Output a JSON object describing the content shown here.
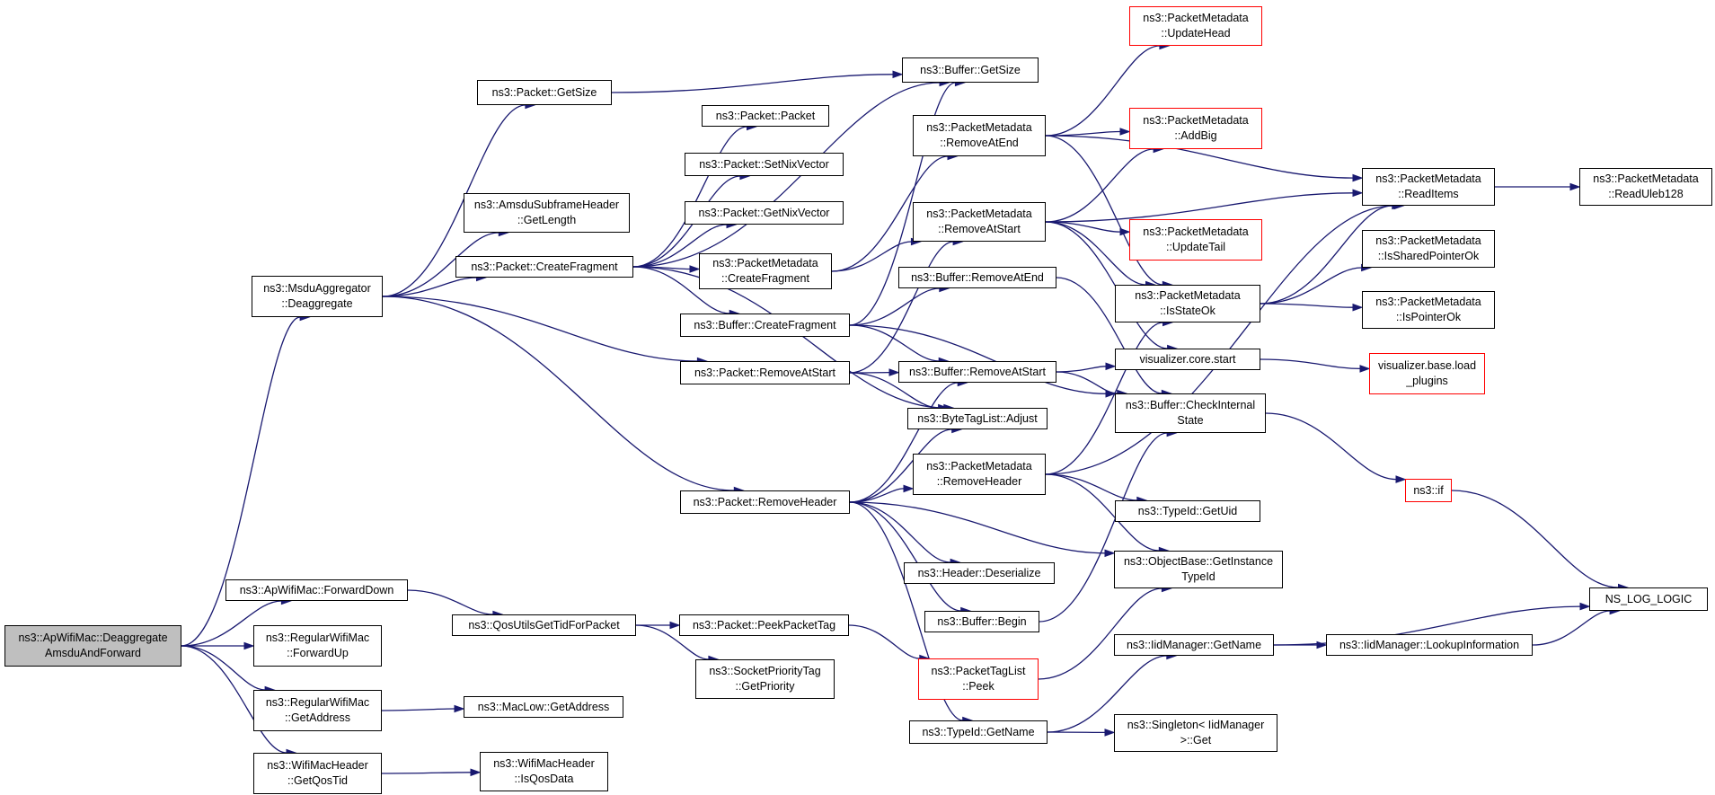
{
  "colors": {
    "edge": "#191970",
    "node_border": "#000000",
    "truncated_border": "#ff0000",
    "root_fill": "#bfbfbf",
    "background": "#ffffff"
  },
  "nodes": [
    {
      "id": "root",
      "label": "ns3::ApWifiMac::Deaggregate\nAmsduAndForward",
      "kind": "root"
    },
    {
      "id": "deagg",
      "label": "ns3::MsduAggregator\n::Deaggregate",
      "kind": "normal"
    },
    {
      "id": "fwddown",
      "label": "ns3::ApWifiMac::ForwardDown",
      "kind": "normal"
    },
    {
      "id": "fwdup",
      "label": "ns3::RegularWifiMac\n::ForwardUp",
      "kind": "normal"
    },
    {
      "id": "getaddr",
      "label": "ns3::RegularWifiMac\n::GetAddress",
      "kind": "normal"
    },
    {
      "id": "getqostid",
      "label": "ns3::WifiMacHeader\n::GetQosTid",
      "kind": "normal"
    },
    {
      "id": "pktgetsize",
      "label": "ns3::Packet::GetSize",
      "kind": "normal"
    },
    {
      "id": "amsdulen",
      "label": "ns3::AmsduSubframeHeader\n::GetLength",
      "kind": "normal"
    },
    {
      "id": "pktcreatefrag",
      "label": "ns3::Packet::CreateFragment",
      "kind": "normal"
    },
    {
      "id": "qosutils",
      "label": "ns3::QosUtilsGetTidForPacket",
      "kind": "normal"
    },
    {
      "id": "macgetaddr",
      "label": "ns3::MacLow::GetAddress",
      "kind": "normal"
    },
    {
      "id": "isqosdata",
      "label": "ns3::WifiMacHeader\n::IsQosData",
      "kind": "normal"
    },
    {
      "id": "pktpacket",
      "label": "ns3::Packet::Packet",
      "kind": "normal"
    },
    {
      "id": "setnix",
      "label": "ns3::Packet::SetNixVector",
      "kind": "normal"
    },
    {
      "id": "getnix",
      "label": "ns3::Packet::GetNixVector",
      "kind": "normal"
    },
    {
      "id": "pmcreatefrag",
      "label": "ns3::PacketMetadata\n::CreateFragment",
      "kind": "normal"
    },
    {
      "id": "bufcreatefrag",
      "label": "ns3::Buffer::CreateFragment",
      "kind": "normal"
    },
    {
      "id": "pktremovestart",
      "label": "ns3::Packet::RemoveAtStart",
      "kind": "normal"
    },
    {
      "id": "pktremovehdr",
      "label": "ns3::Packet::RemoveHeader",
      "kind": "normal"
    },
    {
      "id": "peekpkttag",
      "label": "ns3::Packet::PeekPacketTag",
      "kind": "normal"
    },
    {
      "id": "sockprio",
      "label": "ns3::SocketPriorityTag\n::GetPriority",
      "kind": "normal"
    },
    {
      "id": "bufgetsize",
      "label": "ns3::Buffer::GetSize",
      "kind": "normal"
    },
    {
      "id": "pmremoveend",
      "label": "ns3::PacketMetadata\n::RemoveAtEnd",
      "kind": "normal"
    },
    {
      "id": "pmremovestart",
      "label": "ns3::PacketMetadata\n::RemoveAtStart",
      "kind": "normal"
    },
    {
      "id": "bufremoveend",
      "label": "ns3::Buffer::RemoveAtEnd",
      "kind": "normal"
    },
    {
      "id": "bufremovestart",
      "label": "ns3::Buffer::RemoveAtStart",
      "kind": "normal"
    },
    {
      "id": "bytetagadjust",
      "label": "ns3::ByteTagList::Adjust",
      "kind": "normal"
    },
    {
      "id": "pmremovehdr",
      "label": "ns3::PacketMetadata\n::RemoveHeader",
      "kind": "normal"
    },
    {
      "id": "hdrdeser",
      "label": "ns3::Header::Deserialize",
      "kind": "normal"
    },
    {
      "id": "bufbegin",
      "label": "ns3::Buffer::Begin",
      "kind": "normal"
    },
    {
      "id": "pkttagpeek",
      "label": "ns3::PacketTagList\n::Peek",
      "kind": "truncated"
    },
    {
      "id": "typeidgetname",
      "label": "ns3::TypeId::GetName",
      "kind": "normal"
    },
    {
      "id": "pmupdatehead",
      "label": "ns3::PacketMetadata\n::UpdateHead",
      "kind": "truncated"
    },
    {
      "id": "pmaddbig",
      "label": "ns3::PacketMetadata\n::AddBig",
      "kind": "truncated"
    },
    {
      "id": "pmupdatetail",
      "label": "ns3::PacketMetadata\n::UpdateTail",
      "kind": "truncated"
    },
    {
      "id": "pmisstateok",
      "label": "ns3::PacketMetadata\n::IsStateOk",
      "kind": "normal"
    },
    {
      "id": "vizstart",
      "label": "visualizer.core.start",
      "kind": "normal"
    },
    {
      "id": "bufcheck",
      "label": "ns3::Buffer::CheckInternal\nState",
      "kind": "normal"
    },
    {
      "id": "typeidgetuid",
      "label": "ns3::TypeId::GetUid",
      "kind": "normal"
    },
    {
      "id": "objgetinst",
      "label": "ns3::ObjectBase::GetInstance\nTypeId",
      "kind": "normal"
    },
    {
      "id": "iidgetname",
      "label": "ns3::IidManager::GetName",
      "kind": "normal"
    },
    {
      "id": "singleton",
      "label": "ns3::Singleton< IidManager\n>::Get",
      "kind": "normal"
    },
    {
      "id": "pmreaditems",
      "label": "ns3::PacketMetadata\n::ReadItems",
      "kind": "normal"
    },
    {
      "id": "pmshared",
      "label": "ns3::PacketMetadata\n::IsSharedPointerOk",
      "kind": "normal"
    },
    {
      "id": "pmpointer",
      "label": "ns3::PacketMetadata\n::IsPointerOk",
      "kind": "normal"
    },
    {
      "id": "vizload",
      "label": "visualizer.base.load\n_plugins",
      "kind": "truncated"
    },
    {
      "id": "ns3if",
      "label": "ns3::if",
      "kind": "truncated"
    },
    {
      "id": "iidlookup",
      "label": "ns3::IidManager::LookupInformation",
      "kind": "normal"
    },
    {
      "id": "pmreaduleb",
      "label": "ns3::PacketMetadata\n::ReadUleb128",
      "kind": "normal"
    },
    {
      "id": "nslog",
      "label": "NS_LOG_LOGIC",
      "kind": "normal"
    }
  ],
  "edges": [
    [
      "root",
      "deagg"
    ],
    [
      "root",
      "fwddown"
    ],
    [
      "root",
      "fwdup"
    ],
    [
      "root",
      "getaddr"
    ],
    [
      "root",
      "getqostid"
    ],
    [
      "deagg",
      "pktgetsize"
    ],
    [
      "deagg",
      "amsdulen"
    ],
    [
      "deagg",
      "pktcreatefrag"
    ],
    [
      "deagg",
      "pktremovestart"
    ],
    [
      "deagg",
      "pktremovehdr"
    ],
    [
      "fwddown",
      "qosutils"
    ],
    [
      "getaddr",
      "macgetaddr"
    ],
    [
      "getqostid",
      "isqosdata"
    ],
    [
      "pktgetsize",
      "bufgetsize"
    ],
    [
      "pktcreatefrag",
      "bufgetsize"
    ],
    [
      "pktcreatefrag",
      "pktpacket"
    ],
    [
      "pktcreatefrag",
      "setnix"
    ],
    [
      "pktcreatefrag",
      "getnix"
    ],
    [
      "pktcreatefrag",
      "pmcreatefrag"
    ],
    [
      "pktcreatefrag",
      "bufcreatefrag"
    ],
    [
      "pktcreatefrag",
      "bytetagadjust"
    ],
    [
      "pmcreatefrag",
      "pmremoveend"
    ],
    [
      "pmcreatefrag",
      "pmremovestart"
    ],
    [
      "bufcreatefrag",
      "bufgetsize"
    ],
    [
      "bufcreatefrag",
      "bufremoveend"
    ],
    [
      "bufcreatefrag",
      "bufremovestart"
    ],
    [
      "bufcreatefrag",
      "bufcheck"
    ],
    [
      "pktremovestart",
      "bufremovestart"
    ],
    [
      "pktremovestart",
      "bytetagadjust"
    ],
    [
      "pktremovestart",
      "pmremovestart"
    ],
    [
      "pktremovehdr",
      "bufremovestart"
    ],
    [
      "pktremovehdr",
      "bytetagadjust"
    ],
    [
      "pktremovehdr",
      "pmremovehdr"
    ],
    [
      "pktremovehdr",
      "hdrdeser"
    ],
    [
      "pktremovehdr",
      "bufbegin"
    ],
    [
      "pktremovehdr",
      "objgetinst"
    ],
    [
      "pktremovehdr",
      "typeidgetname"
    ],
    [
      "qosutils",
      "peekpkttag"
    ],
    [
      "qosutils",
      "sockprio"
    ],
    [
      "peekpkttag",
      "pkttagpeek"
    ],
    [
      "pmremoveend",
      "pmupdatehead"
    ],
    [
      "pmremoveend",
      "pmaddbig"
    ],
    [
      "pmremoveend",
      "pmreaditems"
    ],
    [
      "pmremoveend",
      "pmisstateok"
    ],
    [
      "pmremovestart",
      "pmaddbig"
    ],
    [
      "pmremovestart",
      "pmreaditems"
    ],
    [
      "pmremovestart",
      "pmupdatetail"
    ],
    [
      "pmremovestart",
      "pmisstateok"
    ],
    [
      "pmremovestart",
      "vizstart"
    ],
    [
      "bufremoveend",
      "bufcheck"
    ],
    [
      "bufremovestart",
      "vizstart"
    ],
    [
      "bufremovestart",
      "bufcheck"
    ],
    [
      "pmremovehdr",
      "pmisstateok"
    ],
    [
      "pmremovehdr",
      "pmreaditems"
    ],
    [
      "pmremovehdr",
      "typeidgetuid"
    ],
    [
      "pmremovehdr",
      "objgetinst"
    ],
    [
      "bufbegin",
      "bufcheck"
    ],
    [
      "pkttagpeek",
      "objgetinst"
    ],
    [
      "typeidgetname",
      "iidgetname"
    ],
    [
      "typeidgetname",
      "singleton"
    ],
    [
      "pmisstateok",
      "pmreaditems"
    ],
    [
      "pmisstateok",
      "pmshared"
    ],
    [
      "pmisstateok",
      "pmpointer"
    ],
    [
      "vizstart",
      "vizload"
    ],
    [
      "bufcheck",
      "ns3if"
    ],
    [
      "ns3if",
      "nslog"
    ],
    [
      "iidgetname",
      "iidlookup"
    ],
    [
      "iidgetname",
      "nslog"
    ],
    [
      "iidlookup",
      "nslog"
    ],
    [
      "pmreaditems",
      "pmreaduleb"
    ]
  ]
}
